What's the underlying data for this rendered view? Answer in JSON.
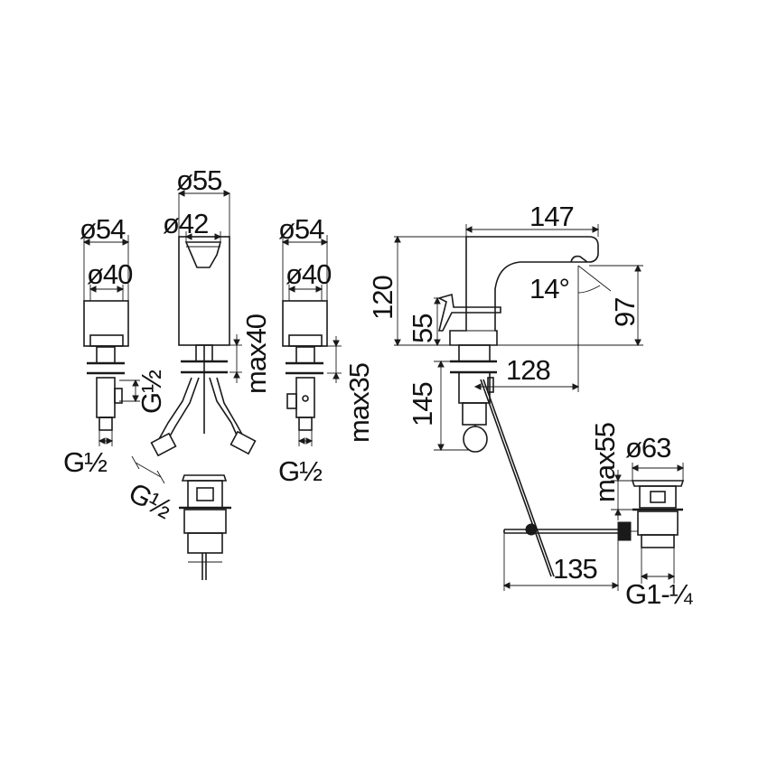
{
  "dimensions": {
    "d55": "ø55",
    "d42": "ø42",
    "d54_left": "ø54",
    "d40_left": "ø40",
    "d54_right": "ø54",
    "d40_right": "ø40",
    "max40": "max40",
    "max35": "max35",
    "g_half_vert": "G½",
    "g_half_left": "G½",
    "g_half_diag": "G½",
    "g_half_right": "G½",
    "w147": "147",
    "h120": "120",
    "h55": "55",
    "angle14": "14°",
    "h97": "97",
    "h145": "145",
    "w128": "128",
    "max55": "max55",
    "d63": "ø63",
    "w135": "135",
    "g1_quarter": "G1-¼"
  }
}
